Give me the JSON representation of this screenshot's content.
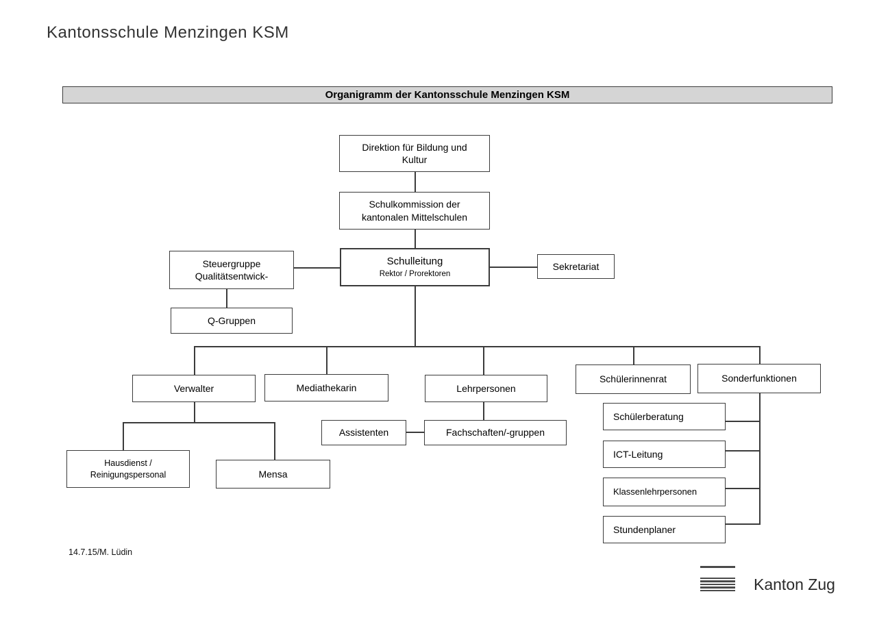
{
  "header": {
    "title": "Kantonsschule Menzingen KSM"
  },
  "banner": {
    "title": "Organigramm der Kantonsschule Menzingen KSM",
    "background": "#d5d5d5"
  },
  "org_chart": {
    "nodes": {
      "direktion": {
        "line1": "Direktion für Bildung und",
        "line2": "Kultur"
      },
      "schulkommission": {
        "line1": "Schulkommission der",
        "line2": "kantonalen Mittelschulen"
      },
      "schulleitung": {
        "title": "Schulleitung",
        "subtitle": "Rektor / Prorektoren"
      },
      "steuergruppe": {
        "line1": "Steuergruppe",
        "line2": "Qualitätsentwick-"
      },
      "sekretariat": {
        "label": "Sekretariat"
      },
      "q_gruppen": {
        "label": "Q-Gruppen"
      },
      "verwalter": {
        "label": "Verwalter"
      },
      "mediathekarin": {
        "label": "Mediathekarin"
      },
      "lehrpersonen": {
        "label": "Lehrpersonen"
      },
      "schuelerinnenrat": {
        "label": "Schülerinnenrat"
      },
      "sonderfunktionen": {
        "label": "Sonderfunktionen"
      },
      "assistenten": {
        "label": "Assistenten"
      },
      "fachschaften": {
        "label": "Fachschaften/-gruppen"
      },
      "hausdienst": {
        "line1": "Hausdienst /",
        "line2": "Reinigungspersonal"
      },
      "mensa": {
        "label": "Mensa"
      },
      "schuelerberatung": {
        "label": "Schülerberatung"
      },
      "ict_leitung": {
        "label": "ICT-Leitung"
      },
      "klassenlehrpersonen": {
        "label": "Klassenlehrpersonen"
      },
      "stundenplaner": {
        "label": "Stundenplaner"
      }
    },
    "edges": [
      {
        "from": "direktion",
        "to": "schulkommission"
      },
      {
        "from": "schulkommission",
        "to": "schulleitung"
      },
      {
        "from": "schulleitung",
        "to": "steuergruppe"
      },
      {
        "from": "schulleitung",
        "to": "sekretariat"
      },
      {
        "from": "steuergruppe",
        "to": "q_gruppen"
      },
      {
        "from": "schulleitung",
        "to": "verwalter"
      },
      {
        "from": "schulleitung",
        "to": "mediathekarin"
      },
      {
        "from": "schulleitung",
        "to": "lehrpersonen"
      },
      {
        "from": "schulleitung",
        "to": "schuelerinnenrat"
      },
      {
        "from": "schulleitung",
        "to": "sonderfunktionen"
      },
      {
        "from": "verwalter",
        "to": "hausdienst"
      },
      {
        "from": "verwalter",
        "to": "mensa"
      },
      {
        "from": "lehrpersonen",
        "to": "fachschaften"
      },
      {
        "from": "assistenten",
        "to": "fachschaften"
      },
      {
        "from": "sonderfunktionen",
        "to": "schuelerberatung"
      },
      {
        "from": "sonderfunktionen",
        "to": "ict_leitung"
      },
      {
        "from": "sonderfunktionen",
        "to": "klassenlehrpersonen"
      },
      {
        "from": "sonderfunktionen",
        "to": "stundenplaner"
      }
    ]
  },
  "footer": {
    "note": "14.7.15/M. Lüdin",
    "logo_text": "Kanton Zug"
  },
  "colors": {
    "line": "#3b3b3b",
    "banner_bg": "#d5d5d5",
    "text": "#000000"
  }
}
